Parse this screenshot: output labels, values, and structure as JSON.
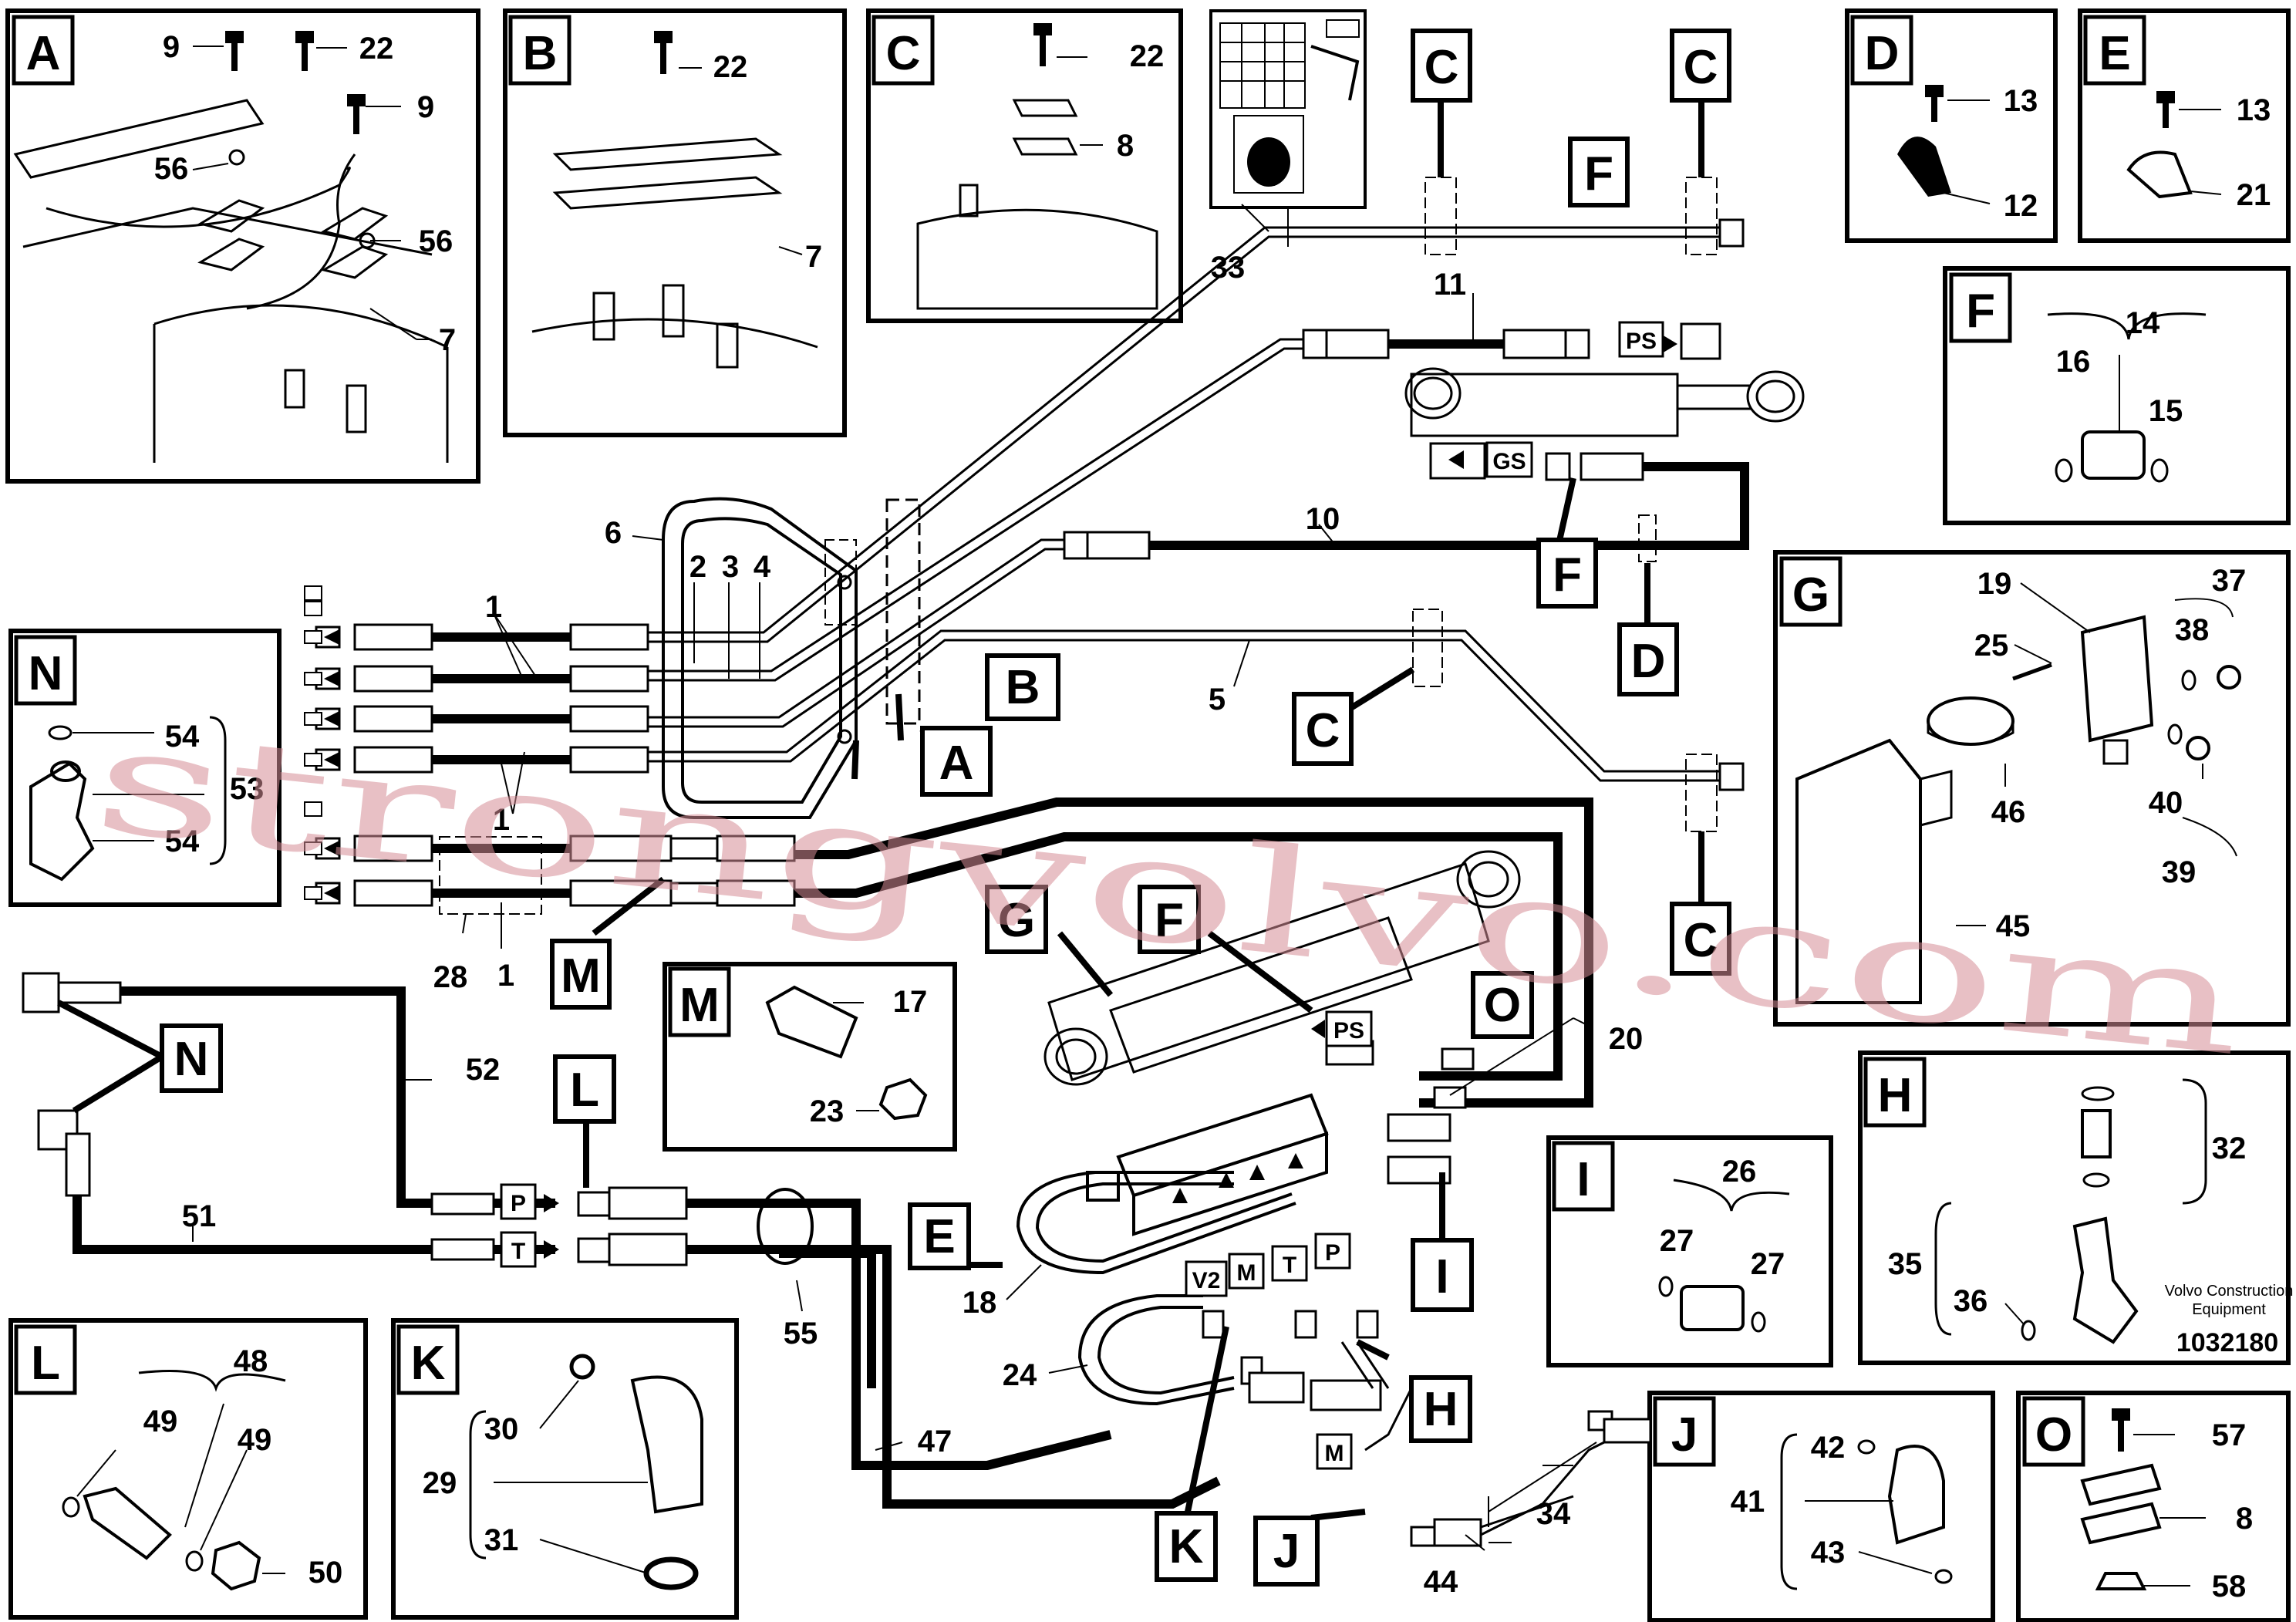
{
  "detail_views": {
    "A": {
      "letter": "A",
      "items": [
        "9",
        "22",
        "9",
        "56",
        "56",
        "7"
      ]
    },
    "B": {
      "letter": "B",
      "items": [
        "22",
        "7"
      ]
    },
    "C": {
      "letter": "C",
      "items": [
        "22",
        "8"
      ]
    },
    "D": {
      "letter": "D",
      "items": [
        "13",
        "12"
      ]
    },
    "E": {
      "letter": "E",
      "items": [
        "13",
        "21"
      ]
    },
    "F": {
      "letter": "F",
      "items": [
        "14",
        "16",
        "15"
      ]
    },
    "G": {
      "letter": "G",
      "items": [
        "19",
        "37",
        "25",
        "38",
        "46",
        "40",
        "39",
        "45"
      ]
    },
    "H": {
      "letter": "H",
      "items": [
        "32",
        "35",
        "36"
      ]
    },
    "I": {
      "letter": "I",
      "items": [
        "26",
        "27",
        "27"
      ]
    },
    "J": {
      "letter": "J",
      "items": [
        "42",
        "41",
        "43"
      ]
    },
    "K": {
      "letter": "K",
      "items": [
        "30",
        "29",
        "31"
      ]
    },
    "L": {
      "letter": "L",
      "items": [
        "48",
        "49",
        "49",
        "50"
      ]
    },
    "M": {
      "letter": "M",
      "items": [
        "17",
        "23"
      ]
    },
    "N": {
      "letter": "N",
      "items": [
        "54",
        "53",
        "54"
      ]
    },
    "O": {
      "letter": "O",
      "items": [
        "57",
        "8",
        "58"
      ]
    }
  },
  "main_labels": {
    "n1a": "1",
    "n1b": "1",
    "n1c": "1",
    "n2": "2",
    "n3": "3",
    "n4": "4",
    "n5": "5",
    "n6": "6",
    "n10": "10",
    "n11": "11",
    "n18": "18",
    "n20": "20",
    "n24": "24",
    "n28": "28",
    "n33": "33",
    "n34": "34",
    "n44": "44",
    "n47": "47",
    "n51": "51",
    "n52": "52",
    "n55": "55"
  },
  "callout_letters": {
    "C1": "C",
    "C2": "C",
    "C3": "C",
    "C4": "C",
    "F1": "F",
    "F2": "F",
    "F3": "F",
    "G": "G",
    "A": "A",
    "B": "B",
    "D": "D",
    "E": "E",
    "H": "H",
    "I": "I",
    "J": "J",
    "K": "K",
    "L": "L",
    "M": "M",
    "N": "N",
    "O": "O"
  },
  "port_tags": {
    "ps1": "PS",
    "gs": "GS",
    "ps2": "PS",
    "p1": "P",
    "t1": "T",
    "v2": "V2",
    "m1": "M",
    "t2": "T",
    "p2": "P",
    "m2": "M"
  },
  "footer": {
    "maker_line1": "Volvo Construction",
    "maker_line2": "Equipment",
    "drawing_number": "1032180"
  },
  "watermark": "strongvolvo.com"
}
